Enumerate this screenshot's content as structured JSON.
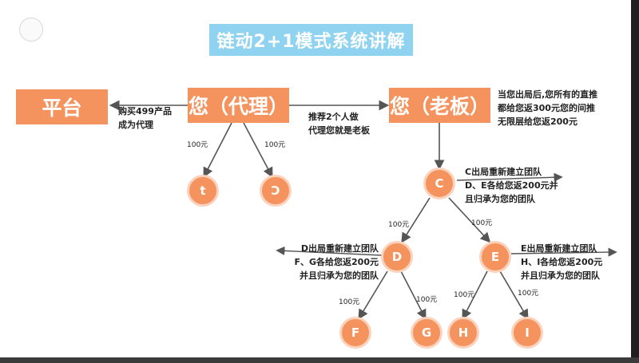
{
  "title": "链动2+1模式系统讲解",
  "nodes": {
    "platform": "平台",
    "agent": "您（代理）",
    "boss": "您（老板）",
    "n1": "t",
    "n2": "Ɔ",
    "c": "C",
    "d": "D",
    "e": "E",
    "f": "F",
    "g": "G",
    "h": "H",
    "i": "I"
  },
  "notes": {
    "buy": [
      "购买499产品",
      "成为代理"
    ],
    "recommend": [
      "推荐2个人做",
      "代理您就是老板"
    ],
    "boss_info": [
      "当您出局后,您所有的直推",
      "都给您返300元您的间推",
      "无限层给您返200元"
    ],
    "c_out": [
      "C出局重新建立团队",
      "D、E各给您返200元并",
      "且归承为您的团队"
    ],
    "d_out": [
      "D出局重新建立团队",
      "F、G各给您返200元",
      "并且归承为您的团队"
    ],
    "e_out": [
      "E出局重新建立团队",
      "H、I各给您返200元",
      "并且归承为您的团队"
    ]
  },
  "amounts": {
    "agent_left": "100元",
    "agent_right": "100元",
    "c_left": "100元",
    "c_right": "100元",
    "d_left": "100元",
    "d_right": "100元",
    "e_left": "100元",
    "e_right": "100元"
  },
  "colors": {
    "node": "#f5935f",
    "title_bg": "#8fd3f0",
    "line": "#555555"
  }
}
